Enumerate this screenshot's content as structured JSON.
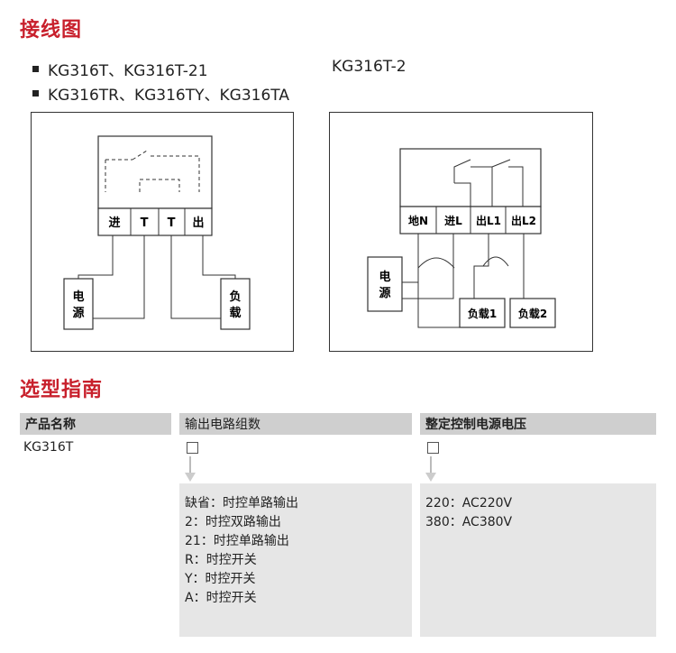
{
  "wiring": {
    "title": "接线图",
    "models_line1": "KG316T、KG316T-21",
    "models_line2": "KG316TR、KG316TY、KG316TA",
    "model_right": "KG316T-2",
    "left_diagram": {
      "terminals": [
        "进",
        "T",
        "T",
        "出"
      ],
      "power_label": "电源",
      "load_label": "负载"
    },
    "right_diagram": {
      "terminals": [
        "地N",
        "进L",
        "出L1",
        "出L2"
      ],
      "power_label": "电源",
      "load1_label": "负载1",
      "load2_label": "负载2"
    }
  },
  "selection": {
    "title": "选型指南",
    "headers": [
      "产品名称",
      "输出电路组数",
      "整定控制电源电压"
    ],
    "product": "KG316T",
    "output_options": [
      "缺省：时控单路输出",
      "2：时控双路输出",
      "21：时控单路输出",
      "R：时控开关",
      "Y：时控开关",
      "A：时控开关"
    ],
    "voltage_options": [
      "220：AC220V",
      "380：AC380V"
    ]
  },
  "colors": {
    "accent": "#c8202c",
    "header_bg": "#cfcfcf",
    "panel_bg": "#e6e6e6"
  }
}
